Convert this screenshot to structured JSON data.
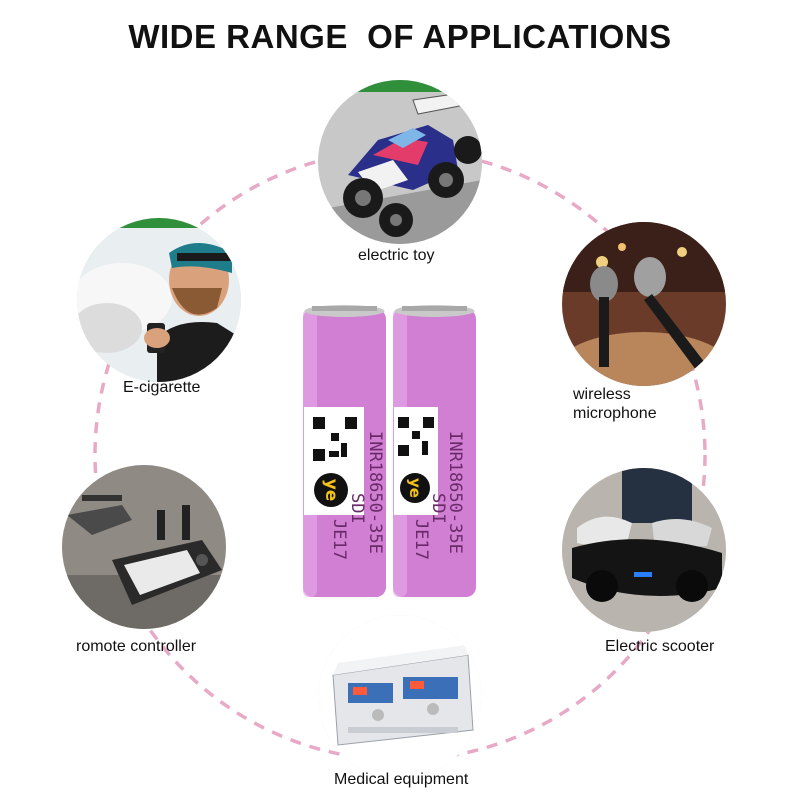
{
  "title": "WIDE RANGE  OF APPLICATIONS",
  "applications": {
    "toy": {
      "label": "electric toy",
      "icon": "rc-car-icon"
    },
    "ecig": {
      "label": "E-cigarette",
      "icon": "vaping-man-icon"
    },
    "mic": {
      "label": "wireless\nmicrophone",
      "icon": "microphone-icon"
    },
    "remote": {
      "label": "romote controller",
      "icon": "drone-controller-icon"
    },
    "scooter": {
      "label": "Electric scooter",
      "icon": "hoverboard-icon"
    },
    "medical": {
      "label": "Medical equipment",
      "icon": "medical-device-icon"
    }
  },
  "battery": {
    "model_line1": "INR18650-35E",
    "model_line2": "SDI",
    "model_line3": "JE17",
    "logo_text": "ye",
    "body_color": "#d07fd2",
    "cap_color": "#c9c9c9"
  },
  "colors": {
    "ring": "#e8a9c6",
    "title": "#111111"
  }
}
